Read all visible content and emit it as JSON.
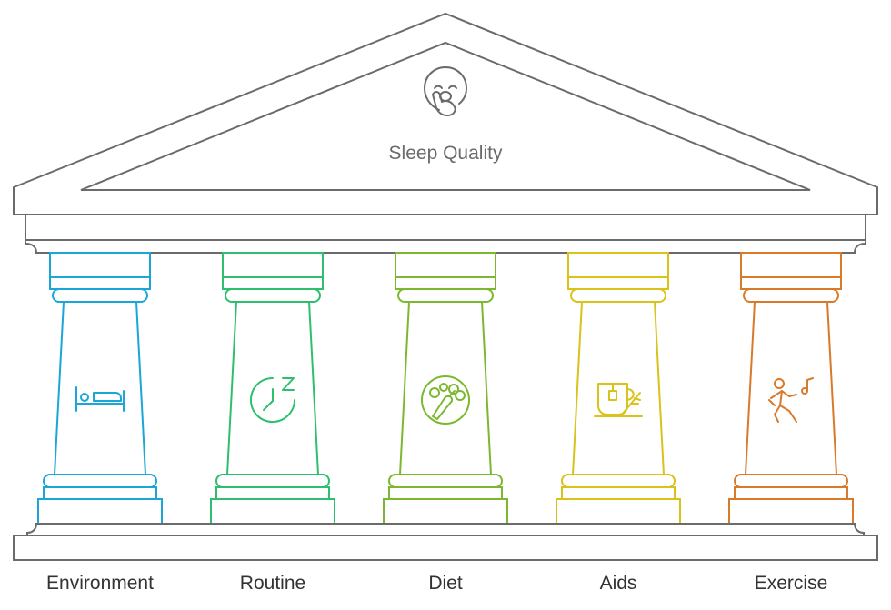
{
  "roof": {
    "title": "Sleep Quality",
    "icon": "yawning-face-icon",
    "color": "#6b6b6b"
  },
  "pillars": [
    {
      "label": "Environment",
      "icon": "bed-icon",
      "color": "#1aa7d8"
    },
    {
      "label": "Routine",
      "icon": "clock-sleep-icon",
      "color": "#2dbf6e"
    },
    {
      "label": "Diet",
      "icon": "vegetables-icon",
      "color": "#7cb82f"
    },
    {
      "label": "Aids",
      "icon": "herbal-tea-icon",
      "color": "#d9c21a"
    },
    {
      "label": "Exercise",
      "icon": "person-dancing-icon",
      "color": "#d9792a"
    }
  ]
}
